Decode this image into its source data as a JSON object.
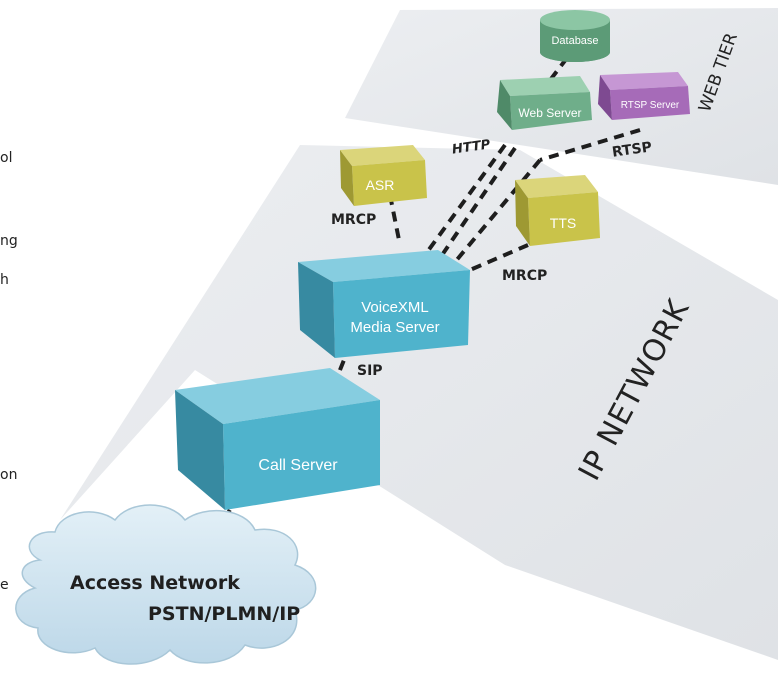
{
  "left_text_fragments": [
    "ol",
    "ng",
    "h",
    "on",
    "e"
  ],
  "tiers": {
    "web": "WEB TIER",
    "ip": "IP NETWORK"
  },
  "nodes": {
    "database": "Database",
    "web_server": "Web Server",
    "rtsp_server": "RTSP Server",
    "asr": "ASR",
    "tts": "TTS",
    "voicexml_line1": "VoiceXML",
    "voicexml_line2": "Media Server",
    "call_server": "Call Server",
    "access_line1": "Access Network",
    "access_line2": "PSTN/PLMN/IP"
  },
  "links": {
    "http": "HTTP",
    "rtsp": "RTSP",
    "mrcp_asr": "MRCP",
    "mrcp_tts": "MRCP",
    "sip": "SIP"
  },
  "colors": {
    "green": "#6fae8a",
    "purple": "#a66bb8",
    "yellow": "#c9c34a",
    "blue": "#4fb3cc",
    "plane": "#e9ecef",
    "cloud": "#cfe4f0"
  }
}
